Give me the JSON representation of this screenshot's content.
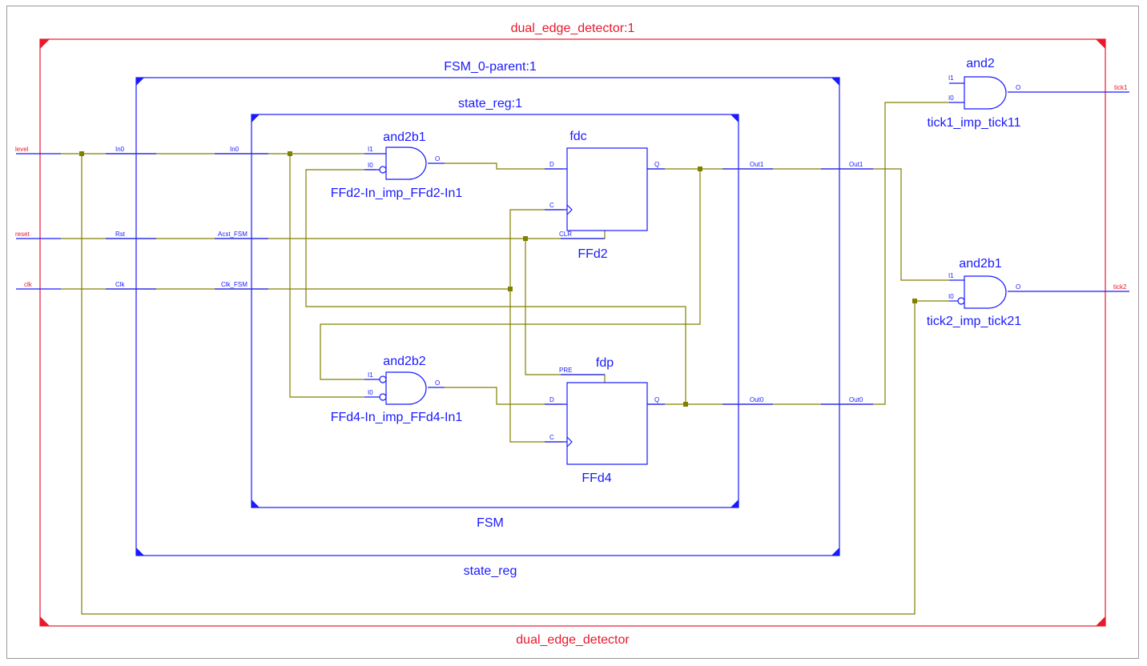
{
  "top": {
    "title": "dual_edge_detector:1",
    "bottom_label": "dual_edge_detector"
  },
  "fsm_parent": {
    "title": "FSM_0-parent:1",
    "bottom_label": "state_reg"
  },
  "state_reg": {
    "title": "state_reg:1",
    "bottom_label": "FSM"
  },
  "ports": {
    "level": "level",
    "reset": "reset",
    "clk": "clk",
    "tick1": "tick1",
    "tick2": "tick2"
  },
  "parent_pins": {
    "in0": "In0",
    "rst": "Rst",
    "clk": "Clk",
    "out1": "Out1",
    "out0": "Out0"
  },
  "inner_pins": {
    "in0": "In0",
    "acst": "Acst_FSM",
    "clk": "Clk_FSM",
    "out1": "Out1",
    "out0": "Out0"
  },
  "gate1": {
    "type": "and2b1",
    "name": "FFd2-In_imp_FFd2-In1",
    "i1": "I1",
    "i0": "I0",
    "o": "O"
  },
  "gate2": {
    "type": "and2b2",
    "name": "FFd4-In_imp_FFd4-In1",
    "i1": "I1",
    "i0": "I0",
    "o": "O"
  },
  "gate3": {
    "type": "and2",
    "name": "tick1_imp_tick11",
    "i1": "I1",
    "i0": "I0",
    "o": "O"
  },
  "gate4": {
    "type": "and2b1",
    "name": "tick2_imp_tick21",
    "i1": "I1",
    "i0": "I0",
    "o": "O"
  },
  "ff1": {
    "type": "fdc",
    "name": "FFd2",
    "d": "D",
    "c": "C",
    "q": "Q",
    "clr": "CLR"
  },
  "ff2": {
    "type": "fdp",
    "name": "FFd4",
    "d": "D",
    "c": "C",
    "q": "Q",
    "pre": "PRE"
  },
  "colors": {
    "frame": "#e8192c",
    "block": "#1a1aff",
    "wire": "#808000"
  }
}
